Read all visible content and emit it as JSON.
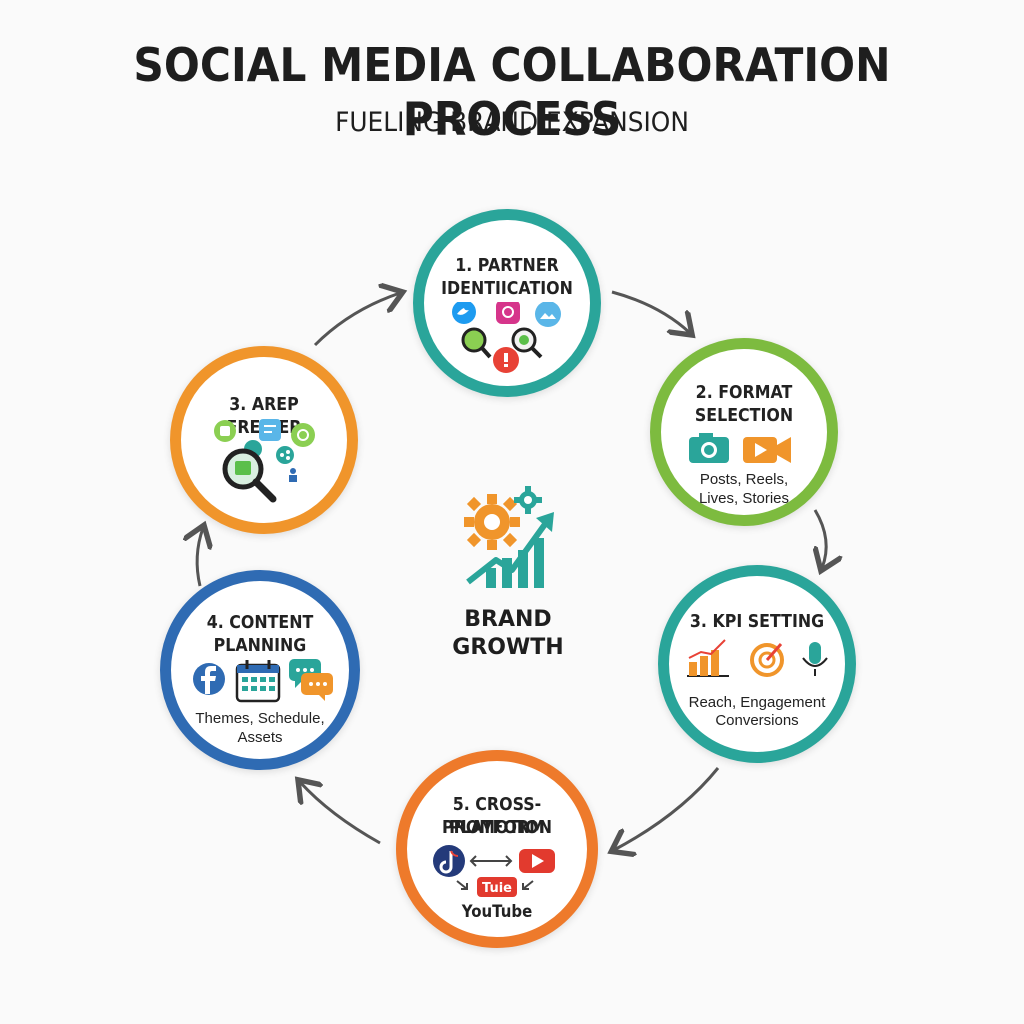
{
  "title": "SOCIAL MEDIA COLLABORATION PROCESS",
  "subtitle": "FUELING BRAND EXPANSION",
  "center": {
    "label_line1": "BRAND",
    "label_line2": "GROWTH"
  },
  "steps": [
    {
      "id": "partner",
      "label_line1": "1. PARTNER",
      "label_line2": "IDENTIICATION",
      "color": "#2aa59a"
    },
    {
      "id": "format",
      "label_line1": "2. FORMAT",
      "label_line2": "SELECTION",
      "desc_line1": "Posts, Reels,",
      "desc_line2": "Lives, Stories",
      "color": "#7dbb3f"
    },
    {
      "id": "kpi",
      "label_line1": "3. KPI SETTING",
      "desc_line1": "Reach, Engagement",
      "desc_line2": "Conversions",
      "color": "#2aa59a"
    },
    {
      "id": "cross",
      "label_line1": "5. CROSS-PLATFORM",
      "label_line2": "PROMOTION",
      "icon_badge": "Tuie",
      "desc_line1": "YouTube",
      "color": "#ee7a2b"
    },
    {
      "id": "content",
      "label_line1": "4. CONTENT",
      "label_line2": "PLANNING",
      "desc_line1": "Themes, Schedule,",
      "desc_line2": "Assets",
      "color": "#2f6bb3"
    },
    {
      "id": "arep",
      "label_line1": "3. AREP FRERIER",
      "color": "#f0952b"
    }
  ]
}
